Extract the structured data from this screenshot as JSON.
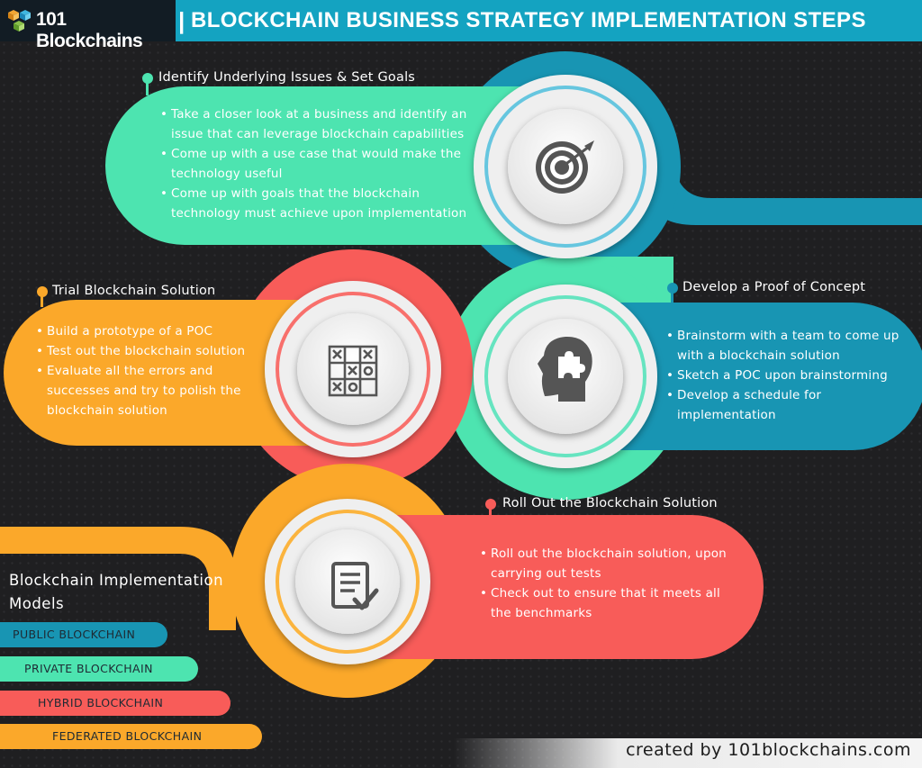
{
  "header": {
    "brand": "101 Blockchains",
    "separator": "|",
    "title": "BLOCKCHAIN BUSINESS STRATEGY IMPLEMENTATION STEPS"
  },
  "colors": {
    "header_blue": "#14a3c1",
    "step1_green": "#4de4b0",
    "step2_blue": "#1895b3",
    "step3_orange": "#fba82a",
    "step4_red": "#f85c59",
    "background": "#1f1f21"
  },
  "steps": [
    {
      "title": "Identify Underlying Issues & Set Goals",
      "icon": "target-icon",
      "bullets": [
        "Take a closer look at a business and identify an issue that can leverage blockchain capabilities",
        "Come up with a use case that would make the technology useful",
        "Come up with goals that the blockchain technology must achieve upon implementation"
      ]
    },
    {
      "title": "Develop a Proof of Concept",
      "icon": "head-puzzle-icon",
      "bullets": [
        "Brainstorm with a team to come up with a blockchain solution",
        "Sketch a POC upon brainstorming",
        "Develop a schedule for implementation"
      ]
    },
    {
      "title": "Trial Blockchain Solution",
      "icon": "tic-tac-toe-icon",
      "bullets": [
        "Build a prototype of a POC",
        "Test out the blockchain solution",
        "Evaluate all the errors and successes and try to polish the blockchain solution"
      ]
    },
    {
      "title": "Roll Out the Blockchain Solution",
      "icon": "checklist-icon",
      "bullets": [
        "Roll out the blockchain solution, upon carrying out tests",
        "Check out to ensure that it meets all the benchmarks"
      ]
    }
  ],
  "models": {
    "title": "Blockchain Implementation Models",
    "items": [
      "PUBLIC BLOCKCHAIN",
      "PRIVATE BLOCKCHAIN",
      "HYBRID BLOCKCHAIN",
      "FEDERATED BLOCKCHAIN"
    ]
  },
  "footer": "created by 101blockchains.com"
}
